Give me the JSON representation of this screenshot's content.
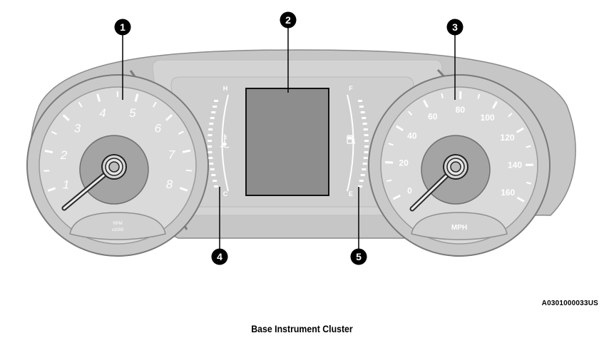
{
  "callouts": [
    "1",
    "2",
    "3",
    "4",
    "5"
  ],
  "tachometer": {
    "scale_labels": [
      "1",
      "2",
      "3",
      "4",
      "5",
      "6",
      "7",
      "8"
    ],
    "unit_label": "RPM",
    "multiplier_label": "x1000"
  },
  "speedometer": {
    "scale_labels": [
      "0",
      "20",
      "40",
      "60",
      "80",
      "100",
      "120",
      "140",
      "160"
    ],
    "unit_label": "MPH"
  },
  "temperature_gauge": {
    "high_label": "H",
    "low_label": "C",
    "icon": "coolant-temperature-icon"
  },
  "fuel_gauge": {
    "full_label": "F",
    "empty_label": "E",
    "icon": "fuel-pump-icon"
  },
  "figure_code": "A0301000033US",
  "caption": "Base Instrument Cluster",
  "colors": {
    "bezel": "#c4c4c4",
    "dial_face": "#dadada",
    "hub": "#a2a2a2",
    "display": "#8d8d8d",
    "callout": "#000000",
    "tick": "#ffffff"
  }
}
